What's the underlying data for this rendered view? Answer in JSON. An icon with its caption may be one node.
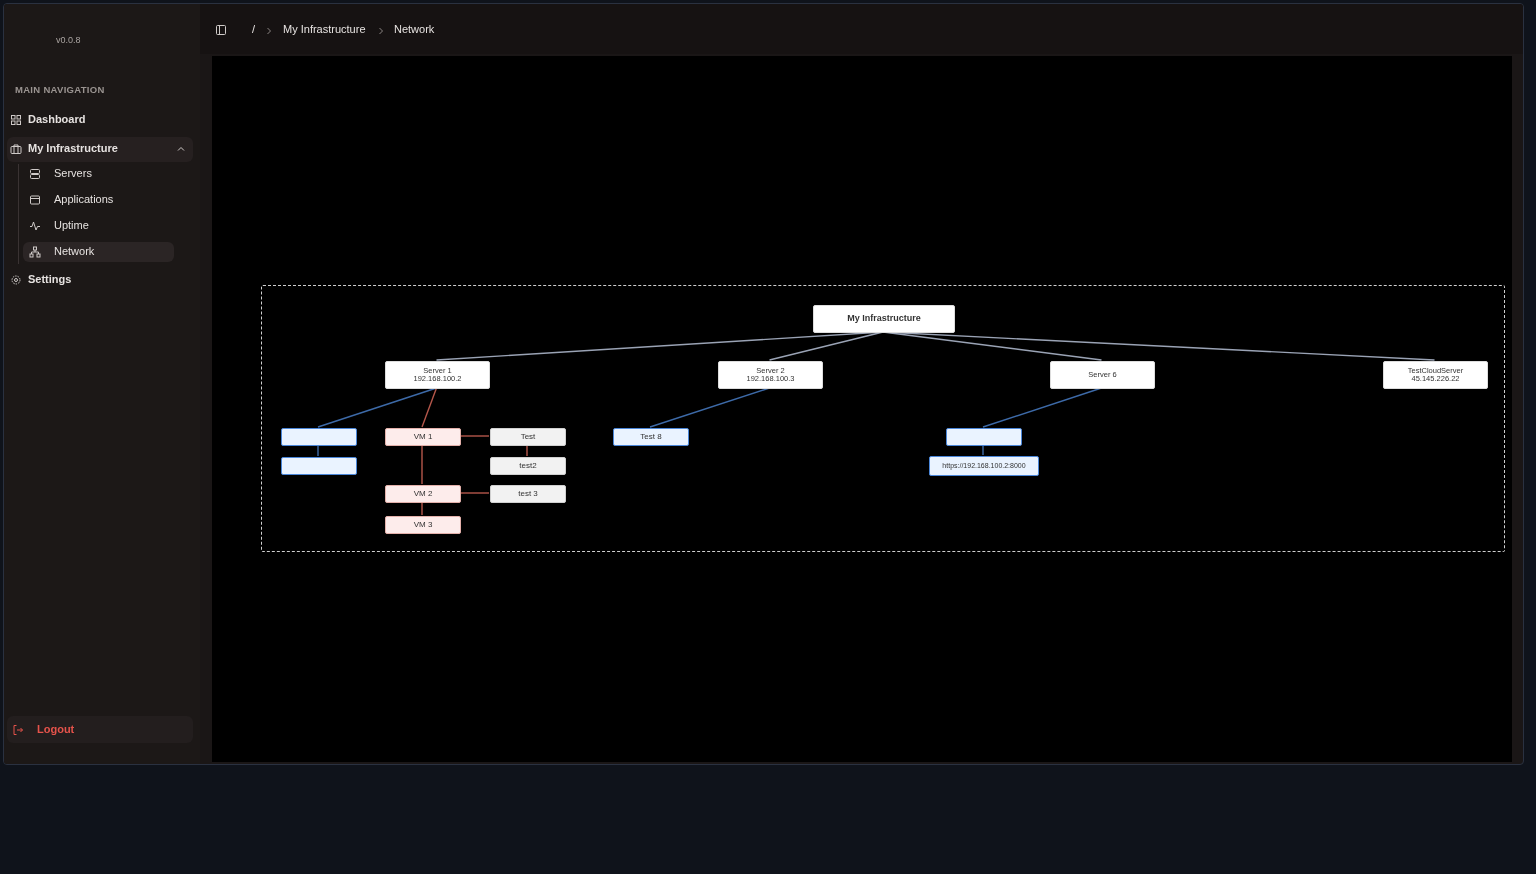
{
  "diagram": {
    "nodes": [
      {
        "text": [],
        "shape": "box"
      },
      {
        "text": [
          "My Infrastructure"
        ],
        "in": 0
      },
      {
        "text": [
          "Server 1",
          "192.168.100.2"
        ],
        "in": 0
      },
      {
        "text": [
          "Server 2",
          "192.168.100.3"
        ],
        "in": 0
      },
      {
        "text": [
          "Server 6"
        ],
        "in": 0
      },
      {
        "text": [
          "TestCloudServer",
          "45.145.226.22"
        ],
        "in": 0
      },
      {
        "text": [],
        "shape": "box",
        "in": 0
      },
      {
        "text": [],
        "shape": "box",
        "in": 0
      },
      {
        "text": [
          "VM 1"
        ],
        "in": 0
      },
      {
        "text": [
          "Test"
        ],
        "in": 0
      },
      {
        "text": [
          "test2"
        ],
        "in": 0
      },
      {
        "text": [
          "VM 2"
        ],
        "in": 0
      },
      {
        "text": [
          "test 3"
        ],
        "in": 0
      },
      {
        "text": [
          "VM 3"
        ],
        "in": 0
      },
      {
        "text": [
          "Test 8"
        ],
        "in": 0
      },
      {
        "text": [],
        "shape": "box",
        "in": 0
      },
      {
        "text": [
          "https://192.168.100.2:8000"
        ],
        "in": 0
      }
    ],
    "edges": [
      {
        "from": 1,
        "to": 2,
        "arrow": "none",
        "color": "#9aa3b5"
      },
      {
        "from": 1,
        "to": 3,
        "arrow": "none",
        "color": "#9aa3b5"
      },
      {
        "from": 1,
        "to": 4,
        "arrow": "none",
        "color": "#9aa3b5"
      },
      {
        "from": 1,
        "to": 5,
        "arrow": "none",
        "color": "#9aa3b5"
      },
      {
        "from": 2,
        "to": 6,
        "arrow": "none",
        "color": "#3d6aa8"
      },
      {
        "from": 6,
        "to": 7,
        "arrow": "none",
        "color": "#3d6aa8"
      },
      {
        "from": 2,
        "to": 8,
        "arrow": "none",
        "color": "#b5574b"
      },
      {
        "from": 8,
        "to": 9,
        "arrow": "none",
        "color": "#b5574b"
      },
      {
        "from": 9,
        "to": 10,
        "arrow": "none",
        "color": "#b5574b"
      },
      {
        "from": 8,
        "to": 11,
        "arrow": "none",
        "color": "#b5574b"
      },
      {
        "from": 11,
        "to": 12,
        "arrow": "none",
        "color": "#b5574b"
      },
      {
        "from": 11,
        "to": 13,
        "arrow": "none",
        "color": "#b5574b"
      },
      {
        "from": 3,
        "to": 14,
        "arrow": "none",
        "color": "#3d6aa8"
      },
      {
        "from": 4,
        "to": 15,
        "arrow": "none",
        "color": "#3d6aa8"
      },
      {
        "from": 15,
        "to": 16,
        "arrow": "none",
        "color": "#3d6aa8"
      }
    ],
    "labels": [
      "v0.0.8",
      "MAIN NAVIGATION",
      "Dashboard",
      "My Infrastructure",
      "Servers",
      "Applications",
      "Uptime",
      "Network",
      "Settings",
      "Logout",
      "/",
      "My Infrastructure",
      "Network"
    ]
  }
}
